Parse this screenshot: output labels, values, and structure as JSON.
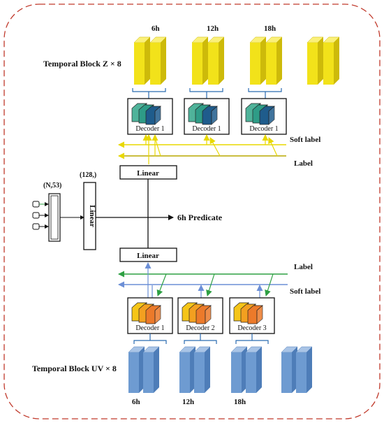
{
  "top_branch": {
    "block_label": "Temporal Block Z × 8",
    "time_labels": [
      "6h",
      "12h",
      "18h"
    ],
    "decoders": [
      "Decoder 1",
      "Decoder 1",
      "Decoder 1"
    ],
    "soft_label": "Soft label",
    "label": "Label",
    "linear_label": "Linear"
  },
  "bottom_branch": {
    "block_label": "Temporal Block UV × 8",
    "time_labels": [
      "6h",
      "12h",
      "18h"
    ],
    "decoders": [
      "Decoder 1",
      "Decoder 2",
      "Decoder 3"
    ],
    "label": "Label",
    "soft_label": "Soft label",
    "linear_label": "Linear"
  },
  "input": {
    "shape_label": "(N,53)",
    "linear_shape_label": "(128,)",
    "linear_label": "Linear"
  },
  "output": {
    "predicate_label": "6h Predicate"
  },
  "colors": {
    "yellow_front": "#F2E21A",
    "yellow_side": "#CDBA0A",
    "yellow_top": "#FAF07A",
    "blue_front": "#6E9BD1",
    "blue_side": "#4E7DB8",
    "blue_top": "#A9C4E6",
    "top_arrow": "#E8D800",
    "green_arrow": "#2EA043",
    "blue_arrow": "#6C8FD6",
    "frame_dash": "#C0392B"
  }
}
